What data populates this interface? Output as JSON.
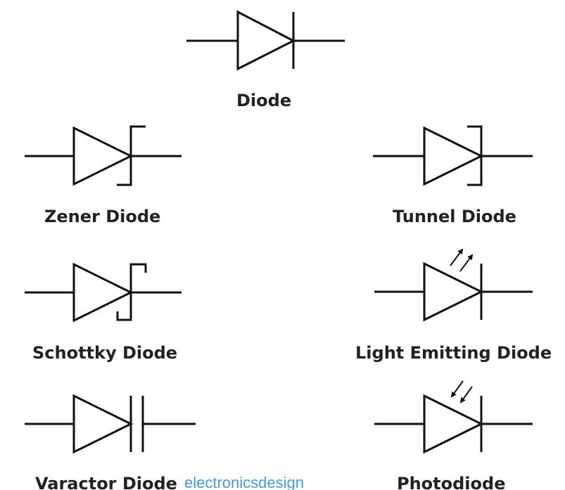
{
  "symbols": {
    "diode": {
      "label": "Diode"
    },
    "zener": {
      "label": "Zener Diode"
    },
    "tunnel": {
      "label": "Tunnel Diode"
    },
    "schottky": {
      "label": "Schottky Diode"
    },
    "led": {
      "label": "Light Emitting Diode"
    },
    "varactor": {
      "label": "Varactor Diode"
    },
    "photodiode": {
      "label": "Photodiode"
    }
  },
  "watermark": {
    "text": "electronicsdesign"
  },
  "colors": {
    "stroke": "#111111",
    "label": "#222222",
    "watermark": "#2f8fe0"
  }
}
